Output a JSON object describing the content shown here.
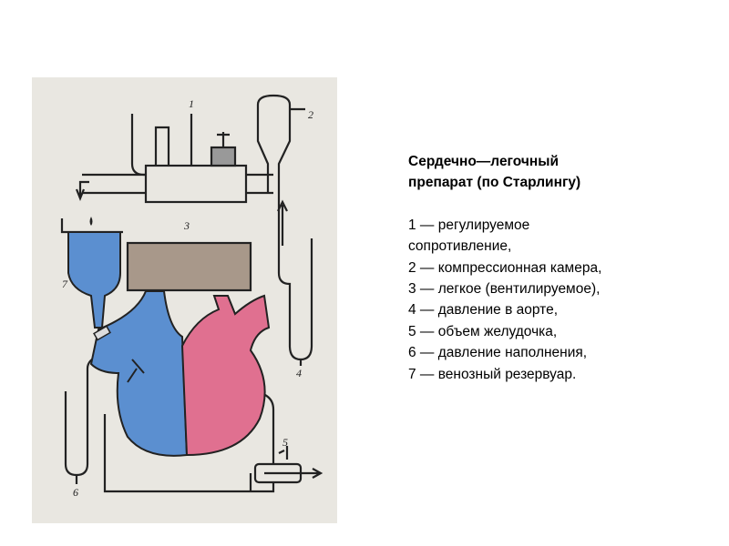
{
  "caption": {
    "title_line1": "Сердечно—легочный",
    "title_line2": "препарат (по Старлингу)",
    "items": [
      "1 — регулируемое",
      "сопротивление,",
      "2 — компрессионная камера,",
      "3 — легкое (вентилируемое),",
      "4 — давление в аорте,",
      "5 — объем желудочка,",
      "6 — давление наполнения,",
      "7 — венозный резервуар."
    ]
  },
  "figure": {
    "labels": [
      "1",
      "2",
      "3",
      "4",
      "5",
      "6",
      "7"
    ],
    "colors": {
      "venous": "#5b8fd0",
      "arterial": "#e07090",
      "lung": "#a8988a",
      "paper": "#e9e7e1"
    }
  }
}
